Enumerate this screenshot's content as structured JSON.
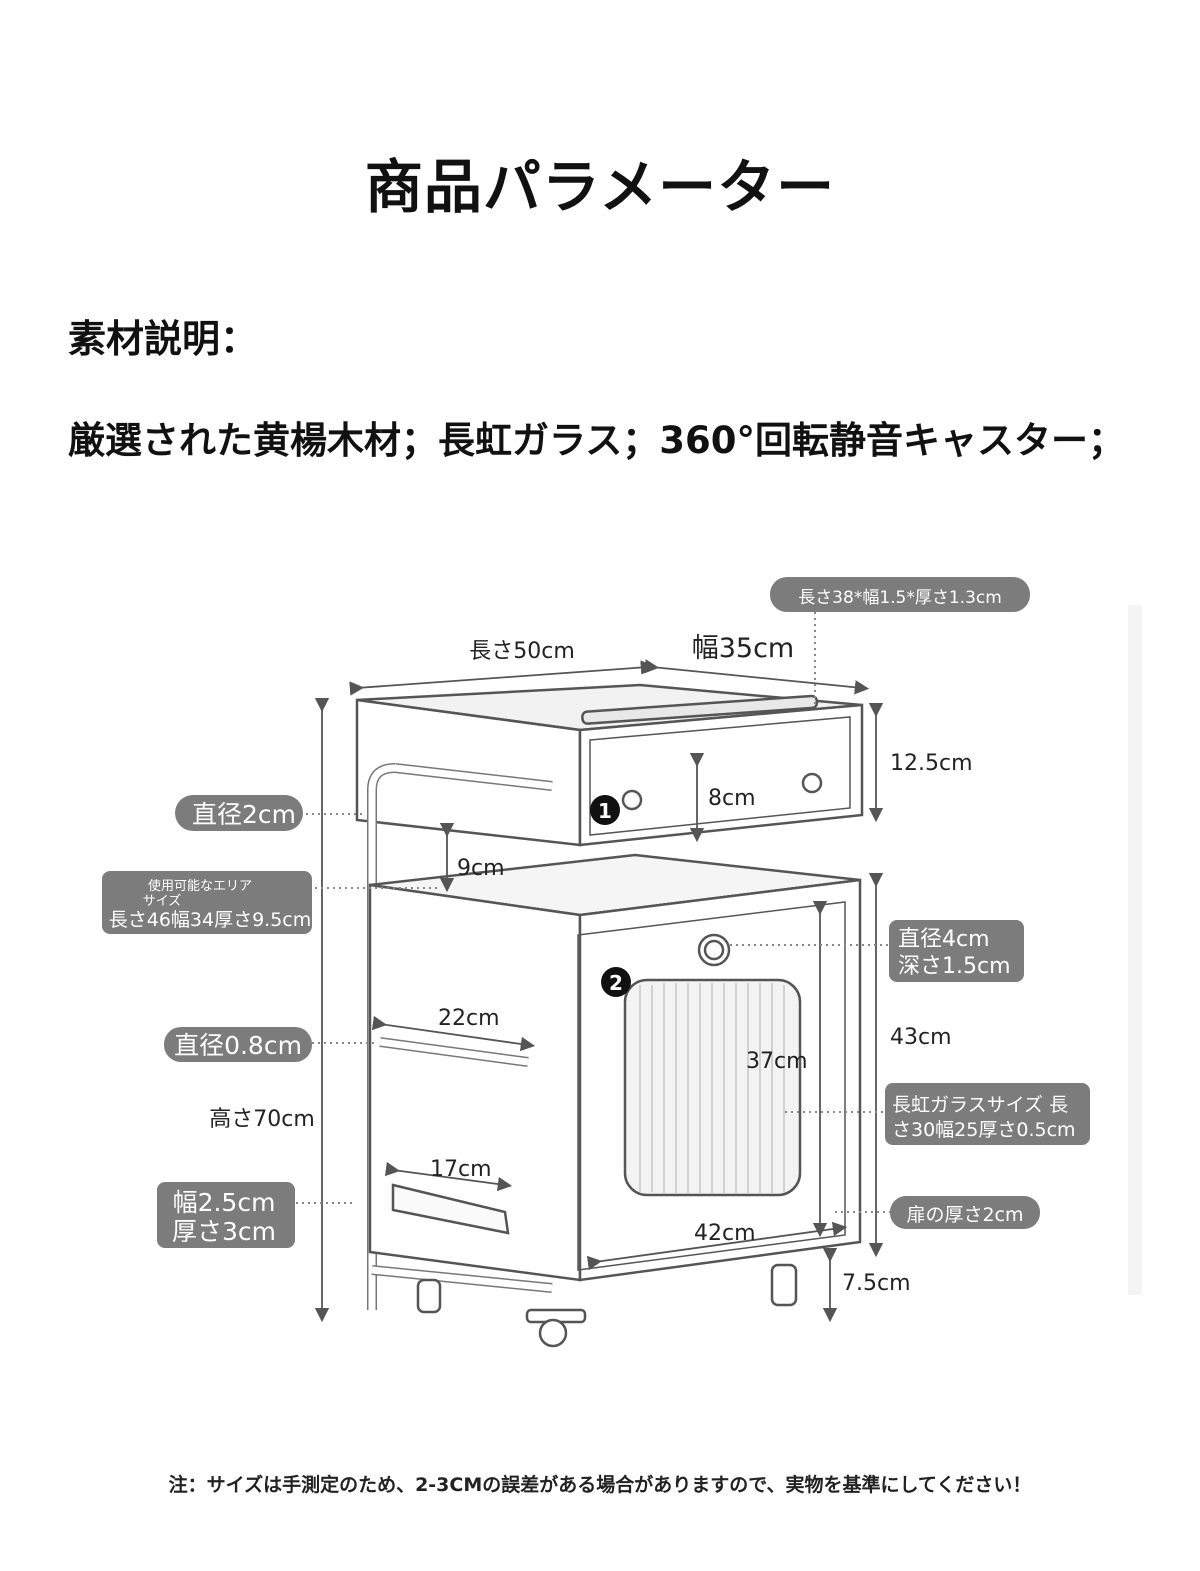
{
  "title": "商品パラメーター",
  "material": {
    "label": "素材説明：",
    "text": "厳選された黄楊木材；長虹ガラス；360°回転静音キャスター；"
  },
  "dimensions": {
    "length": "長さ50cm",
    "width": "幅35cm",
    "height": "高さ70cm",
    "drawer_height": "12.5cm",
    "drawer_inner": "8cm",
    "shelf_gap": "9cm",
    "towel_bar": "22cm",
    "bottom_bar": "17cm",
    "cabinet_height": "43cm",
    "door_height": "37cm",
    "door_width": "42cm",
    "caster_height": "7.5cm"
  },
  "callouts": {
    "handle": "長さ38*幅1.5*厚さ1.3cm",
    "pipe": "直径2cm",
    "area_title": "使用可能なエリア",
    "area_sub": "サイズ",
    "area_size": "長さ46幅34厚さ9.5cm",
    "rod": "直径0.8cm",
    "bracket_w": "幅2.5cm",
    "bracket_t": "厚さ3cm",
    "knob_d": "直径4cm",
    "knob_depth": "深さ1.5cm",
    "glass_1": "長虹ガラスサイズ 長",
    "glass_2": "さ30幅25厚さ0.5cm",
    "door_thickness": "扉の厚さ2cm"
  },
  "markers": {
    "one": "1",
    "two": "2"
  },
  "footer": "注：サイズは手測定のため、2-3CMの誤差がある場合がありますので、実物を基準にしてください！"
}
